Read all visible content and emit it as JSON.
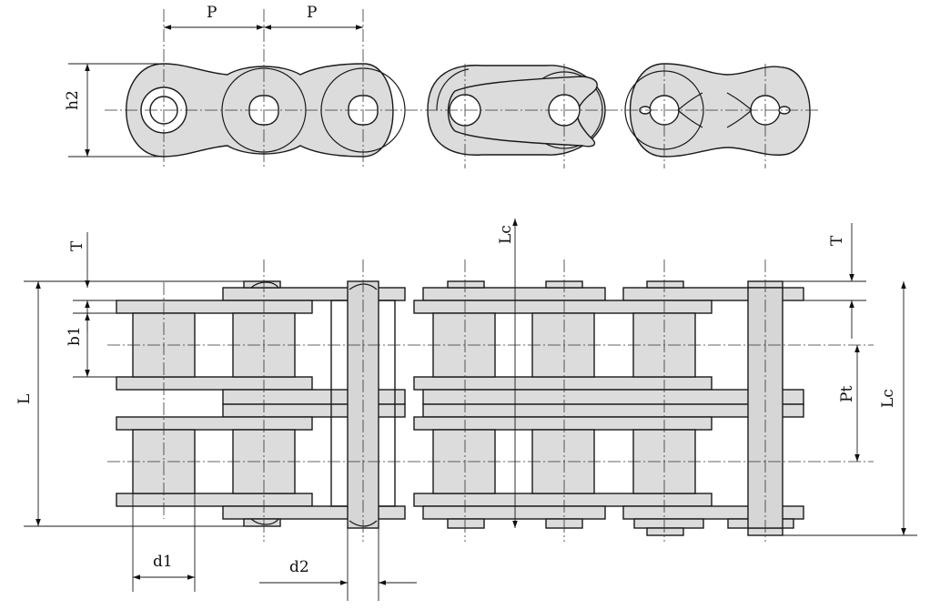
{
  "labels": {
    "pitch_1": "P",
    "pitch_2": "P",
    "plate_height": "h2",
    "thickness_left": "T",
    "thickness_right": "T",
    "inner_width": "b1",
    "overall_length": "L",
    "connecting_length_top": "Lc",
    "connecting_length_right": "Lc",
    "transverse_pitch": "Pt",
    "roller_diameter": "d1",
    "pin_diameter": "d2"
  }
}
